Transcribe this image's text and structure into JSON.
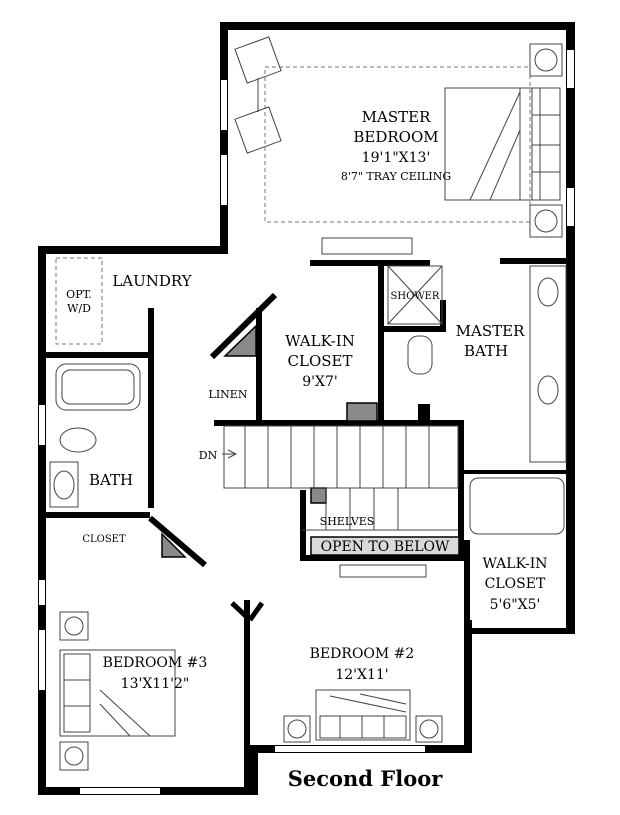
{
  "floor_title": "Second Floor",
  "rooms": {
    "master_bedroom": {
      "name_line1": "MASTER",
      "name_line2": "BEDROOM",
      "size": "19'1\"X13'",
      "note": "8'7\" TRAY CEILING"
    },
    "laundry": {
      "name": "LAUNDRY"
    },
    "opt_wd": {
      "line1": "OPT.",
      "line2": "W/D"
    },
    "walkin_closet_1": {
      "line1": "WALK-IN",
      "line2": "CLOSET",
      "size": "9'X7'"
    },
    "shower": {
      "name": "SHOWER"
    },
    "master_bath": {
      "line1": "MASTER",
      "line2": "BATH"
    },
    "linen": {
      "name": "LINEN"
    },
    "dn": {
      "name": "DN"
    },
    "bath": {
      "name": "BATH"
    },
    "shelves": {
      "name": "SHELVES"
    },
    "open_to_below": {
      "name": "OPEN TO BELOW"
    },
    "closet": {
      "name": "CLOSET"
    },
    "walkin_closet_2": {
      "line1": "WALK-IN",
      "line2": "CLOSET",
      "size": "5'6\"X5'"
    },
    "bedroom_3": {
      "name": "BEDROOM #3",
      "size": "13'X11'2\""
    },
    "bedroom_2": {
      "name": "BEDROOM #2",
      "size": "12'X11'"
    }
  }
}
